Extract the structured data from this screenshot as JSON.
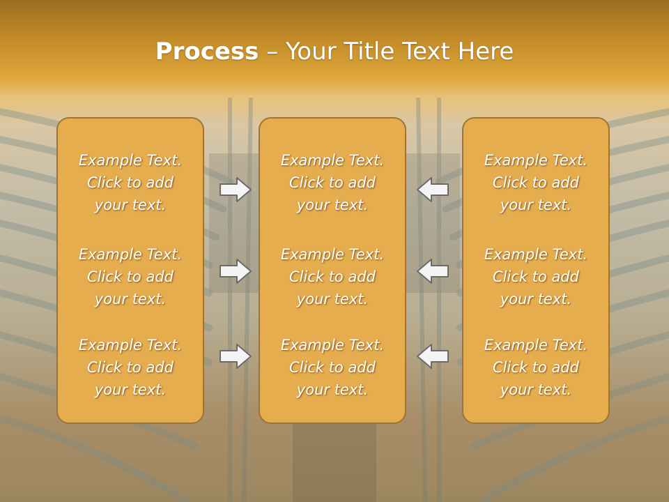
{
  "title": {
    "bold": "Process",
    "dash": " – ",
    "rest": "Your Title Text Here"
  },
  "columns": [
    {
      "items": [
        {
          "line1": "Example Text.",
          "line2": "Click  to add",
          "line3": "your text."
        },
        {
          "line1": "Example Text.",
          "line2": "Click  to add",
          "line3": "your text."
        },
        {
          "line1": "Example Text.",
          "line2": "Click  to add",
          "line3": "your text."
        }
      ]
    },
    {
      "items": [
        {
          "line1": "Example Text.",
          "line2": "Click  to add",
          "line3": "your text."
        },
        {
          "line1": "Example Text.",
          "line2": "Click  to add",
          "line3": "your text."
        },
        {
          "line1": "Example Text.",
          "line2": "Click  to add",
          "line3": "your text."
        }
      ]
    },
    {
      "items": [
        {
          "line1": "Example Text.",
          "line2": "Click  to add",
          "line3": "your text."
        },
        {
          "line1": "Example Text.",
          "line2": "Click  to add",
          "line3": "your text."
        },
        {
          "line1": "Example Text.",
          "line2": "Click  to add",
          "line3": "your text."
        }
      ]
    }
  ],
  "arrows": {
    "left_group": "right-arrow-icon",
    "right_group": "left-arrow-icon"
  },
  "colors": {
    "box_fill": "#e6ad4e",
    "box_border": "#a07430",
    "header": "#c8902c"
  }
}
